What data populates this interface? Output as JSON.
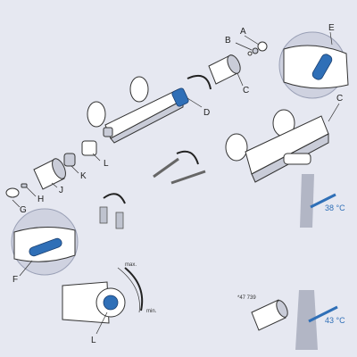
{
  "labels": {
    "A": "A",
    "B": "B",
    "C_top": "C",
    "C_right": "C",
    "D": "D",
    "E": "E",
    "F": "F",
    "G": "G",
    "H": "H",
    "J": "J",
    "K": "K",
    "L_top": "L",
    "L_bottom": "L"
  },
  "annotations": {
    "temp_right": "38 °C",
    "temp_bottom": "43 °C",
    "part_number": "*47 739",
    "dial_max": "max.",
    "dial_min": "min."
  },
  "colors": {
    "accent_blue": "#2f6fb7",
    "background": "#e6e8f1",
    "zoom_circle": "#cfd2e0"
  }
}
